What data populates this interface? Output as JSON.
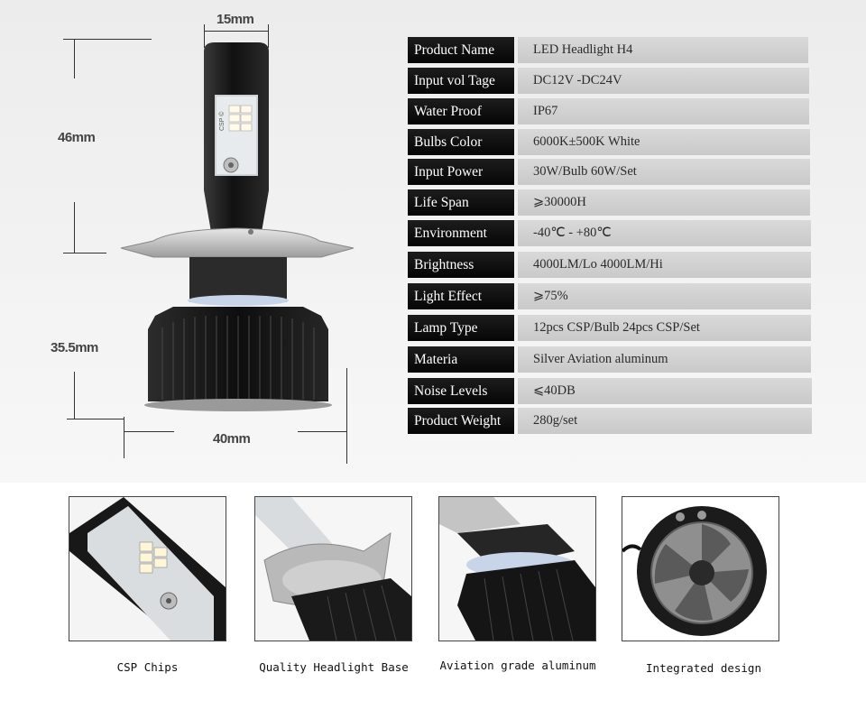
{
  "dimensions": {
    "width_label": "15mm",
    "upper_height_label": "46mm",
    "lower_height_label": "35.5mm",
    "base_width_label": "40mm"
  },
  "chip_marking": "CSP ©",
  "specs": [
    {
      "label": "Product Name",
      "value": "LED Headlight H4"
    },
    {
      "label": "Input vol Tage",
      "value": "DC12V -DC24V"
    },
    {
      "label": "Water Proof",
      "value": "IP67"
    },
    {
      "label": "Bulbs Color",
      "value": "6000K±500K White"
    },
    {
      "label": "Input Power",
      "value": "30W/Bulb  60W/Set"
    },
    {
      "label": "Life Span",
      "value": "⩾30000H"
    },
    {
      "label": "Environment",
      "value": "-40℃ - +80℃"
    },
    {
      "label": "Brightness",
      "value": "4000LM/Lo  4000LM/Hi"
    },
    {
      "label": "Light Effect",
      "value": "⩾75%"
    },
    {
      "label": "Lamp Type",
      "value": "12pcs CSP/Bulb  24pcs CSP/Set"
    },
    {
      "label": "Materia",
      "value": "Silver Aviation aluminum"
    },
    {
      "label": "Noise Levels",
      "value": "⩽40DB"
    },
    {
      "label": "Product Weight",
      "value": "280g/set"
    }
  ],
  "features": [
    {
      "caption": "CSP Chips"
    },
    {
      "caption": "Quality Headlight Base"
    },
    {
      "caption": "Aviation grade aluminum"
    },
    {
      "caption": "Integrated design"
    }
  ],
  "colors": {
    "label_bg": "#0a0a0a",
    "value_bg": "#d0d0d0",
    "bulb_black": "#1a1a1a",
    "flange_silver": "#b8b8b8"
  }
}
